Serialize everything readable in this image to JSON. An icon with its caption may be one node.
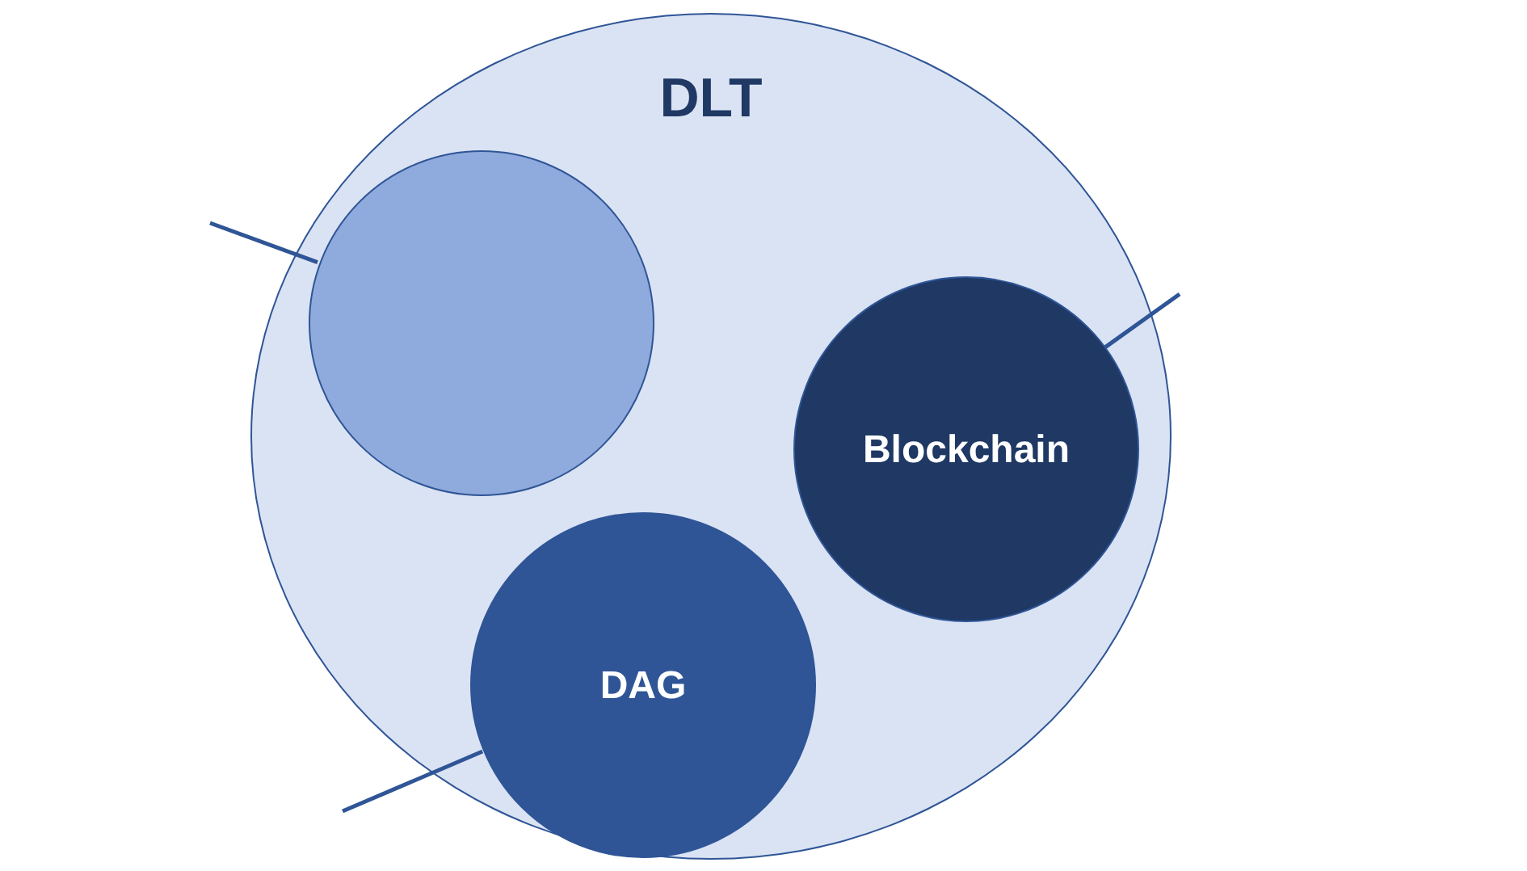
{
  "diagram": {
    "nodes": [
      {
        "text": [
          "DLT"
        ]
      },
      {
        "text": [],
        "shape": "circle",
        "in": 0
      },
      {
        "text": [
          "Blockchain"
        ],
        "in": 0
      },
      {
        "text": [
          "DAG"
        ],
        "in": 0
      }
    ],
    "edges": [
      {
        "from": null,
        "to": 1,
        "arrow": "none"
      },
      {
        "from": null,
        "to": 2,
        "arrow": "none"
      },
      {
        "from": null,
        "to": 3,
        "arrow": "none"
      }
    ]
  }
}
